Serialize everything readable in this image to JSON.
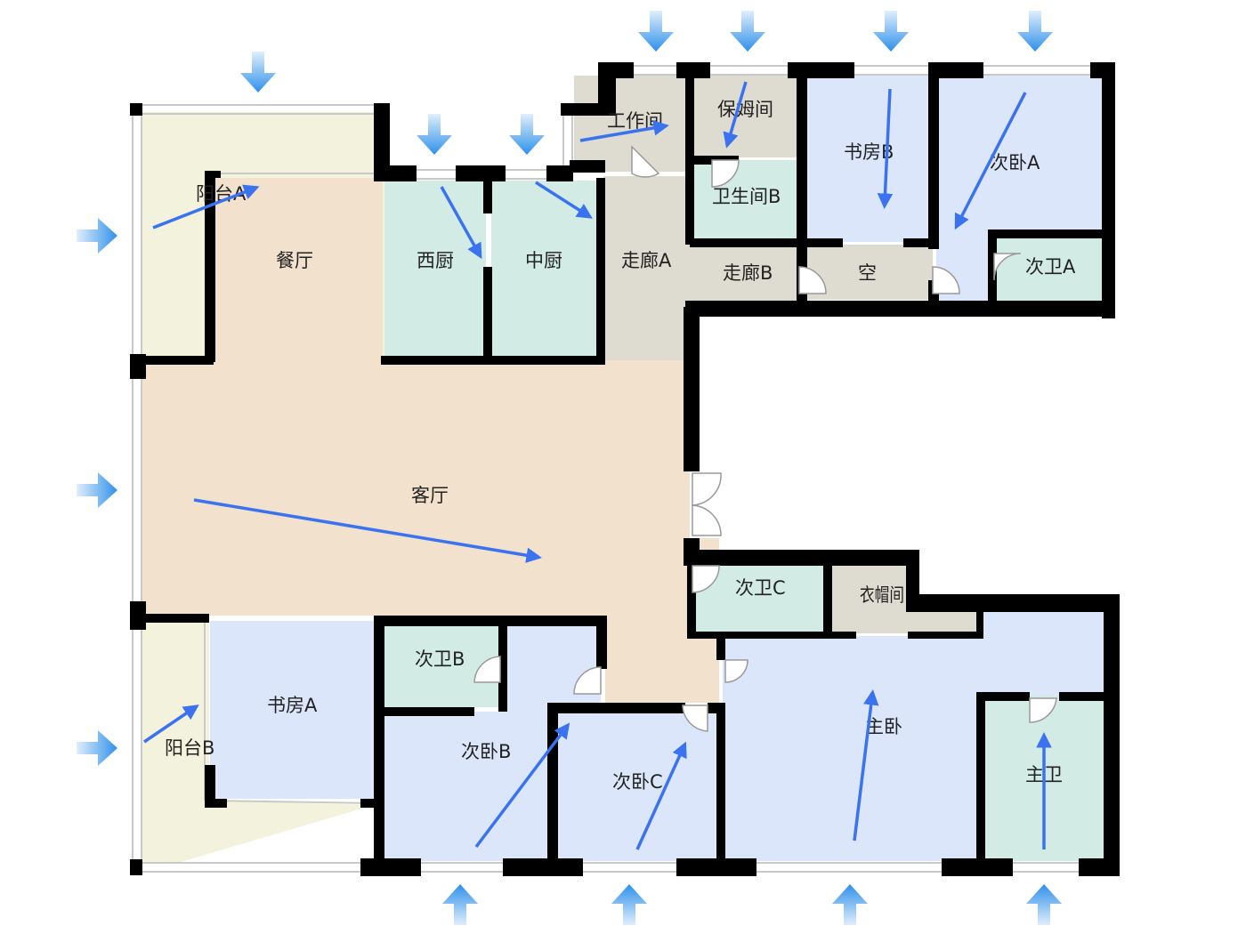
{
  "rooms": {
    "yangtai_a": {
      "label": "阳台A"
    },
    "canting": {
      "label": "餐厅"
    },
    "xichu": {
      "label": "西厨"
    },
    "zhongchu": {
      "label": "中厨"
    },
    "gongzuojian": {
      "label": "工作间"
    },
    "baomujian": {
      "label": "保姆间"
    },
    "weishengjian_b": {
      "label": "卫生间B"
    },
    "shufang_b": {
      "label": "书房B"
    },
    "ciwo_a": {
      "label": "次卧A"
    },
    "ciwei_a": {
      "label": "次卫A"
    },
    "kong": {
      "label": "空"
    },
    "zoulang_a": {
      "label": "走廊A"
    },
    "zoulang_b": {
      "label": "走廊B"
    },
    "keting": {
      "label": "客厅"
    },
    "shufang_a": {
      "label": "书房A"
    },
    "yangtai_b": {
      "label": "阳台B"
    },
    "ciwei_b": {
      "label": "次卫B"
    },
    "ciwo_b": {
      "label": "次卧B"
    },
    "ciwo_c": {
      "label": "次卧C"
    },
    "ciwei_c": {
      "label": "次卫C"
    },
    "yimao": {
      "label": "衣帽间"
    },
    "zhuwo": {
      "label": "主卧"
    },
    "zhuwei": {
      "label": "主卫"
    }
  },
  "colors": {
    "living": "#f2e2cd",
    "bedroom": "#dbe6fb",
    "wet": "#d2ebe5",
    "corridor": "#dedbd0",
    "balcony": "#f3f2dc",
    "wall": "#000000",
    "window": "#d8d8d8",
    "flow_arrow": "#3a72f0",
    "wind_arrow": "#2e90ea"
  },
  "icons": {
    "wind": "wind-inflow-arrow-icon",
    "flow": "airflow-arrow-icon",
    "door": "door-swing-icon"
  }
}
